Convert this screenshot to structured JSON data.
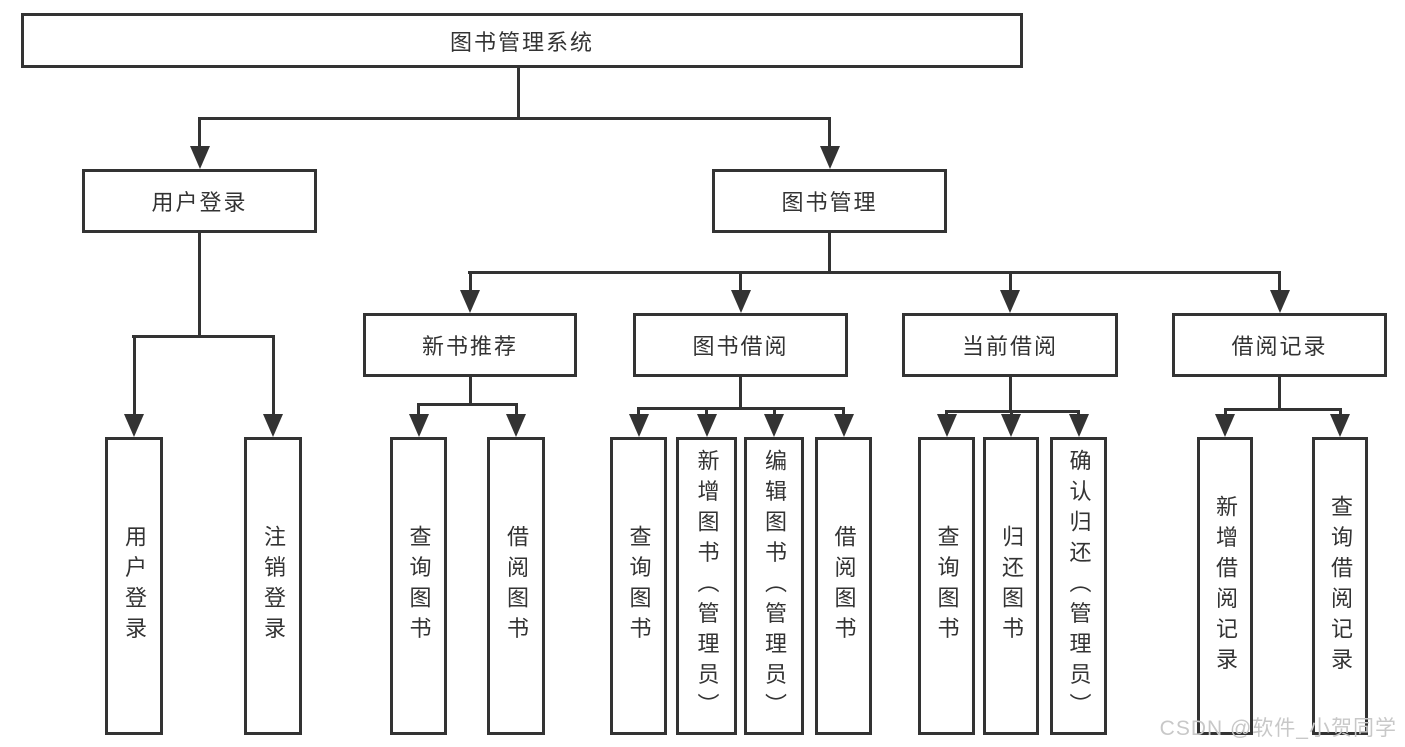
{
  "diagram": {
    "root": {
      "label": "图书管理系统"
    },
    "branches": [
      {
        "label": "用户登录",
        "children": [
          {
            "label": "用户登录"
          },
          {
            "label": "注销登录"
          }
        ]
      },
      {
        "label": "图书管理",
        "modules": [
          {
            "label": "新书推荐",
            "children": [
              {
                "label": "查询图书"
              },
              {
                "label": "借阅图书"
              }
            ]
          },
          {
            "label": "图书借阅",
            "children": [
              {
                "label": "查询图书"
              },
              {
                "label": "新增图书（管理员）"
              },
              {
                "label": "编辑图书（管理员）"
              },
              {
                "label": "借阅图书"
              }
            ]
          },
          {
            "label": "当前借阅",
            "children": [
              {
                "label": "查询图书"
              },
              {
                "label": "归还图书"
              },
              {
                "label": "确认归还（管理员）"
              }
            ]
          },
          {
            "label": "借阅记录",
            "children": [
              {
                "label": "新增借阅记录"
              },
              {
                "label": "查询借阅记录"
              }
            ]
          }
        ]
      }
    ]
  },
  "watermark": {
    "text": "CSDN @软件_小贺同学"
  },
  "colors": {
    "line": "#333333",
    "text": "#333333",
    "background": "#ffffff",
    "watermark": "#c8c8c8"
  }
}
